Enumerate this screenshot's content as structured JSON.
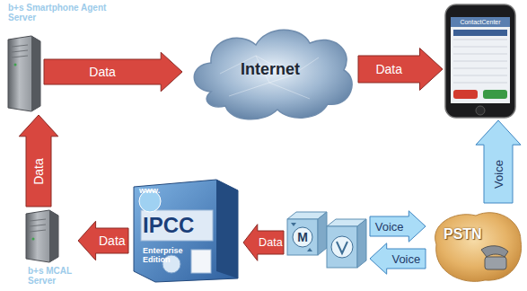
{
  "diagram": {
    "nodes": [
      {
        "text": [
          "b+s Smartphone Agent Server"
        ]
      },
      {
        "text": [
          "Internet"
        ]
      },
      {
        "text": [
          "ContactCenter"
        ]
      },
      {
        "text": [
          "b+s MCAL Server"
        ]
      },
      {
        "text": [
          "www.",
          "IPCC",
          "Enterprise Edition"
        ]
      },
      {
        "text": [
          "M"
        ]
      },
      {
        "text": [
          "PSTN"
        ]
      }
    ],
    "edges": [
      {
        "from": 0,
        "to": 1,
        "label": "Data",
        "arrow": "to"
      },
      {
        "from": 1,
        "to": 2,
        "label": "Data",
        "arrow": "to"
      },
      {
        "from": 6,
        "to": 2,
        "label": "Voice",
        "arrow": "to"
      },
      {
        "from": 5,
        "to": 6,
        "label": "Voice",
        "arrow": "to"
      },
      {
        "from": 6,
        "to": 5,
        "label": "Voice",
        "arrow": "to"
      },
      {
        "from": 5,
        "to": 4,
        "label": "Data",
        "arrow": "to"
      },
      {
        "from": 4,
        "to": 3,
        "label": "Data",
        "arrow": "to"
      },
      {
        "from": 3,
        "to": 0,
        "label": "Data",
        "arrow": "to"
      }
    ]
  }
}
